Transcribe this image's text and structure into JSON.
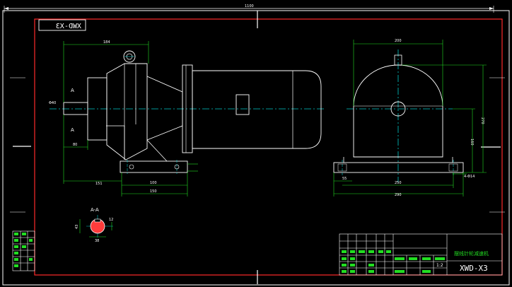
{
  "drawing": {
    "overall_width_label": "1100",
    "title_code_mirrored": "XWD-X3",
    "title_code": "XWD-X3",
    "scale": "1:2",
    "drawing_name_cn": "摆线针轮减速机",
    "section_label": "A-A",
    "section_marker_top": "A",
    "section_marker_bottom": "A"
  },
  "side_view": {
    "dims": {
      "top": "184",
      "shaft_dia": "Φ40",
      "shaft_len": "80",
      "bottom_left": "151",
      "foot_inner": "100",
      "foot_outer": "150"
    }
  },
  "end_view": {
    "dims": {
      "top": "200",
      "height_total": "270",
      "center_height": "160",
      "foot_offset": "55",
      "foot_inner": "250",
      "foot_outer": "290",
      "holes": "4-Φ14"
    }
  },
  "section": {
    "dims": {
      "key_height": "43",
      "width": "12",
      "bottom": "38"
    }
  },
  "colors": {
    "border": "#ff2a2a",
    "outline": "#ffffff",
    "dimension": "#22dd22",
    "centerline": "#00c8c8",
    "section_fill": "#ff3b3b"
  }
}
